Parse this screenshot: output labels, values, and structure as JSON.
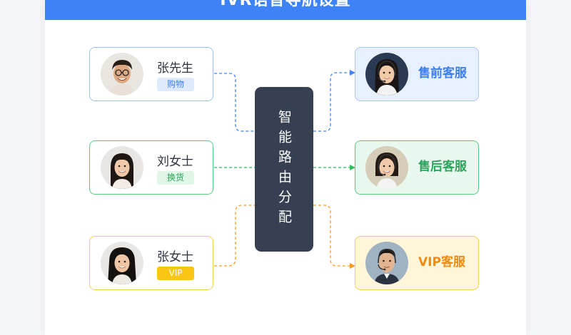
{
  "header": {
    "title": "IVR语音导航设置"
  },
  "router": {
    "label": "智能路由分配"
  },
  "callers": [
    {
      "name": "张先生",
      "tag": "购物",
      "color": "#3d7ff0"
    },
    {
      "name": "刘女士",
      "tag": "换货",
      "color": "#2aa55a"
    },
    {
      "name": "张女士",
      "tag": "VIP",
      "color": "#fbc515"
    }
  ],
  "agents": [
    {
      "label": "售前客服",
      "color": "#3d7ff0"
    },
    {
      "label": "售后客服",
      "color": "#2ba55b"
    },
    {
      "label": "VIP客服",
      "color": "#f08a10"
    }
  ],
  "connectors": {
    "style": "dashed",
    "arrow_head": "arrow-right-icon"
  }
}
